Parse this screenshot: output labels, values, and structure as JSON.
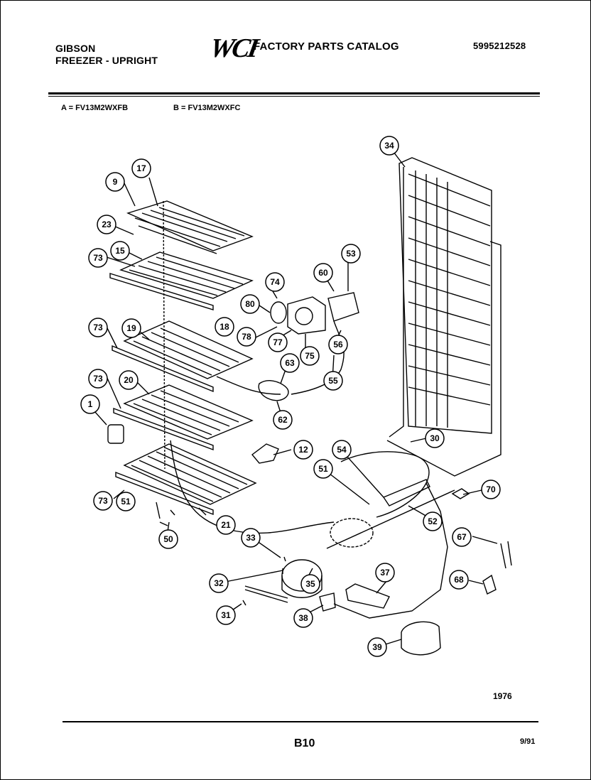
{
  "header": {
    "manufacturer": "GIBSON",
    "product_type": "FREEZER - UPRIGHT",
    "logo_text": "WCI",
    "catalog_title": "FACTORY PARTS CATALOG",
    "catalog_number": "5995212528"
  },
  "models": {
    "a": "A = FV13M2WXFB",
    "b": "B = FV13M2WXFC"
  },
  "callouts": [
    "9",
    "17",
    "23",
    "15",
    "73",
    "19",
    "18",
    "20",
    "1",
    "12",
    "21",
    "51",
    "50",
    "74",
    "80",
    "78",
    "77",
    "75",
    "60",
    "53",
    "56",
    "55",
    "63",
    "62",
    "34",
    "30",
    "54",
    "51",
    "52",
    "70",
    "67",
    "68",
    "33",
    "32",
    "31",
    "35",
    "37",
    "38",
    "39",
    "73",
    "73",
    "73"
  ],
  "footer": {
    "figure_number": "1976",
    "page": "B10",
    "date": "9/91"
  }
}
